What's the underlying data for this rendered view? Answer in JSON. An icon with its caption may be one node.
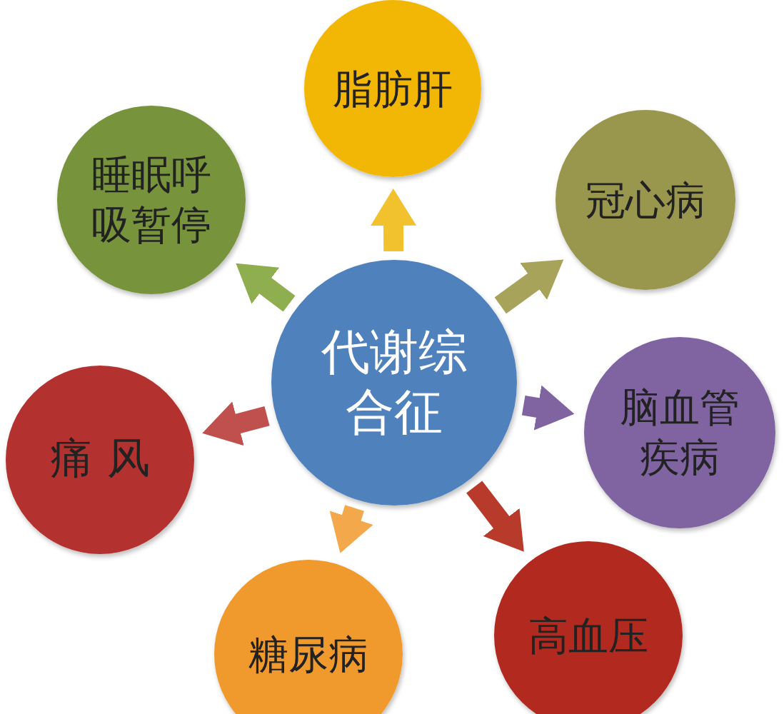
{
  "diagram": {
    "nodes": [
      {
        "text": [
          "脂肪肝"
        ]
      },
      {
        "text": [
          "睡眠呼吸暂停"
        ]
      },
      {
        "text": [
          "冠心病"
        ]
      },
      {
        "text": [
          "代谢综合征"
        ]
      },
      {
        "text": [
          "痛 风"
        ]
      },
      {
        "text": [
          "脑血管疾病"
        ]
      },
      {
        "text": [
          "糖尿病"
        ]
      },
      {
        "text": [
          "高血压"
        ]
      }
    ],
    "edges": [
      {
        "from": 3,
        "to": 0,
        "arrow": "to",
        "color": "#f2c12e"
      },
      {
        "from": 3,
        "to": 1,
        "arrow": "to",
        "color": "#8fae4f"
      },
      {
        "from": 3,
        "to": 2,
        "arrow": "to",
        "color": "#a7a35a"
      },
      {
        "from": 3,
        "to": 4,
        "arrow": "to",
        "color": "#c0504d"
      },
      {
        "from": 3,
        "to": 5,
        "arrow": "to",
        "color": "#8064a2"
      },
      {
        "from": 3,
        "to": 6,
        "arrow": "to",
        "color": "#f3a94b"
      },
      {
        "from": 3,
        "to": 7,
        "arrow": "to",
        "color": "#b73a2a"
      }
    ]
  }
}
